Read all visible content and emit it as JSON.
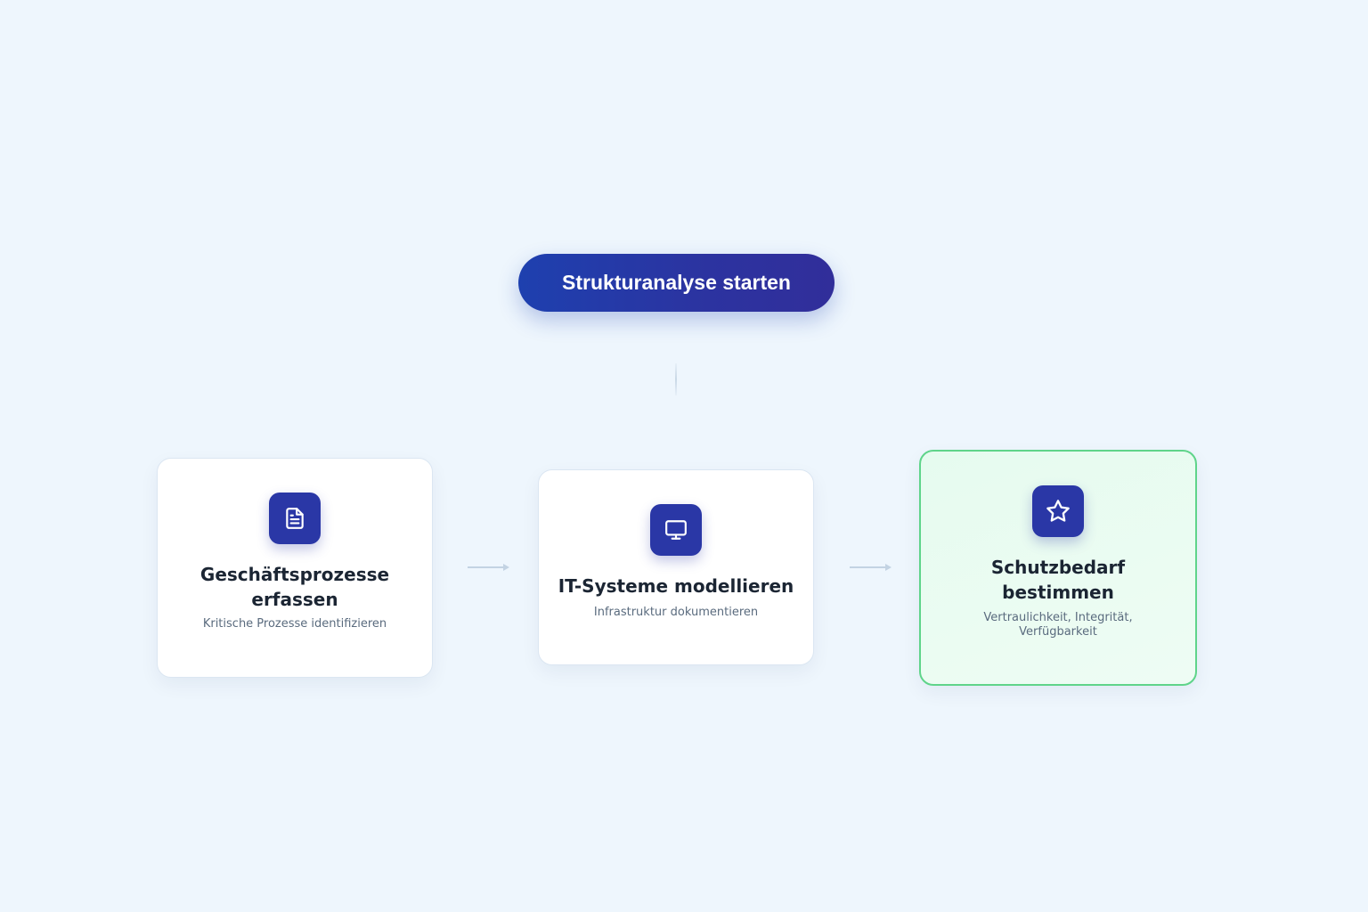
{
  "start_button": {
    "label": "Strukturanalyse starten"
  },
  "steps": [
    {
      "icon": "document-icon",
      "title_line1": "Geschäftsprozesse",
      "title_line2": "erfassen",
      "subtitle": "Kritische Prozesse identifizieren"
    },
    {
      "icon": "monitor-icon",
      "title_line1": "IT-Systeme modellieren",
      "subtitle": "Infrastruktur dokumentieren"
    },
    {
      "icon": "star-icon",
      "title_line1": "Schutzbedarf",
      "title_line2": "bestimmen",
      "subtitle_line1": "Vertraulichkeit, Integrität,",
      "subtitle_line2": "Verfügbarkeit",
      "highlighted": true
    }
  ],
  "colors": {
    "background": "#eef6fd",
    "primary": "#2a37a6",
    "highlight_border": "#5fd48a",
    "highlight_bg": "#e6fbef",
    "title_text": "#1b2533",
    "subtitle_text": "#5a6b7e"
  }
}
